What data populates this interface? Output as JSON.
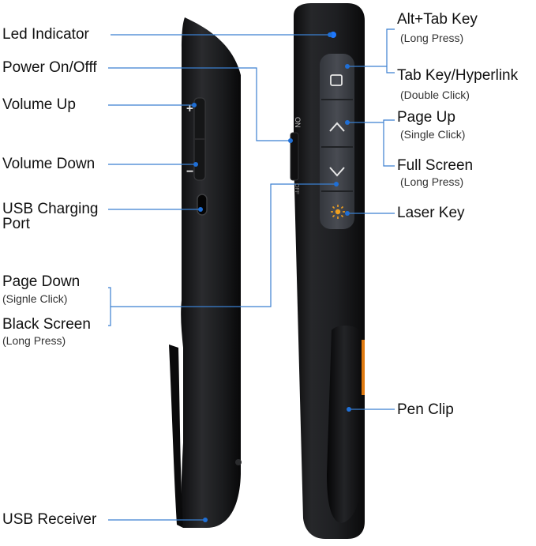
{
  "labels": {
    "led_indicator": "Led Indicator",
    "power": "Power On/Offf",
    "volume_up": "Volume Up",
    "volume_down": "Volume Down",
    "usb_charging_1": "USB Charging",
    "usb_charging_2": "Port",
    "page_down": "Page Down",
    "page_down_sub": "(Signle Click)",
    "black_screen": "Black Screen",
    "black_screen_sub": "(Long Press)",
    "usb_receiver": "USB Receiver",
    "alt_tab": "Alt+Tab Key",
    "alt_tab_sub": "(Long Press)",
    "tab_key": "Tab Key/Hyperlink",
    "tab_key_sub": "(Double Click)",
    "page_up": "Page Up",
    "page_up_sub": "(Single Click)",
    "full_screen": "Full Screen",
    "full_screen_sub": "(Long Press)",
    "laser_key": "Laser Key",
    "pen_clip": "Pen Clip"
  },
  "device": {
    "switch_on": "ON",
    "switch_off": "OFF",
    "vol_plus": "+",
    "vol_minus": "−"
  },
  "icons": {
    "tab_button": "square-outline-icon",
    "page_up_button": "chevron-up-icon",
    "page_down_button": "chevron-down-icon",
    "laser_button": "laser-sun-icon"
  },
  "colors": {
    "leader_line": "#3b7fd0",
    "led": "#1e78ff",
    "laser_glyph": "#f0a020",
    "body": "#1c1c1e",
    "button_panel": "#3a3d44"
  }
}
